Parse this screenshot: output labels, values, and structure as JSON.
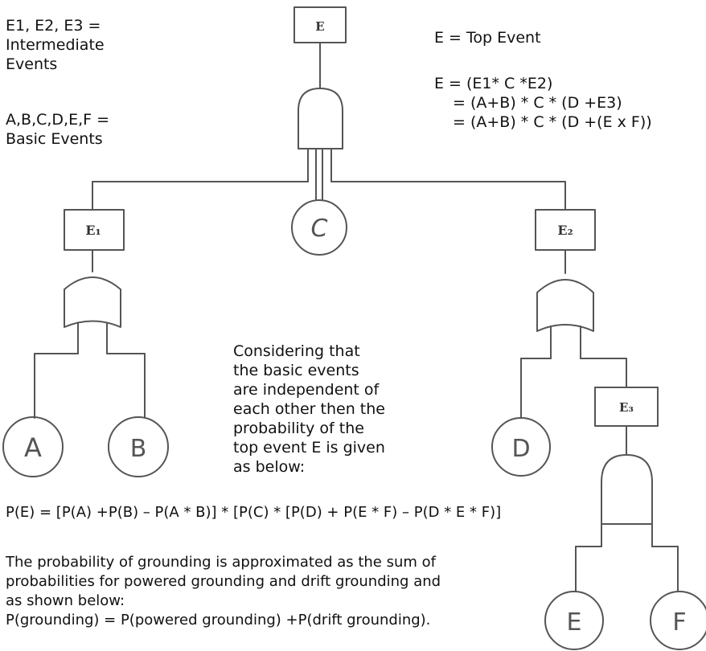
{
  "legend": {
    "intermediate": [
      "E1, E2, E3 =",
      "Intermediate",
      "Events"
    ],
    "basic": [
      "A,B,C,D,E,F =",
      "Basic Events"
    ]
  },
  "definitions": {
    "top": "E = Top Event",
    "eq1": "E = (E1* C *E2)",
    "eq2": "= (A+B) * C * (D +E3)",
    "eq3": "= (A+B) * C * (D +(E x F))"
  },
  "nodes": {
    "top": "E",
    "e1": "E₁",
    "e2": "E₂",
    "e3": "E₃",
    "a": "A",
    "b": "B",
    "c": "C",
    "d": "D",
    "e": "E",
    "f": "F"
  },
  "note": [
    "Considering that",
    "the basic events",
    "are independent of",
    "each other then the",
    "probability of the",
    "top event E is given",
    "as below:"
  ],
  "probability_formula": "P(E) = [P(A) +P(B) – P(A * B)] * [P(C) * [P(D) + P(E * F) – P(D * E * F)]",
  "grounding": [
    "The probability of grounding is approximated as the sum of",
    "probabilities for powered grounding and drift grounding and",
    "as shown below:",
    "P(grounding) = P(powered grounding) +P(drift grounding)."
  ]
}
